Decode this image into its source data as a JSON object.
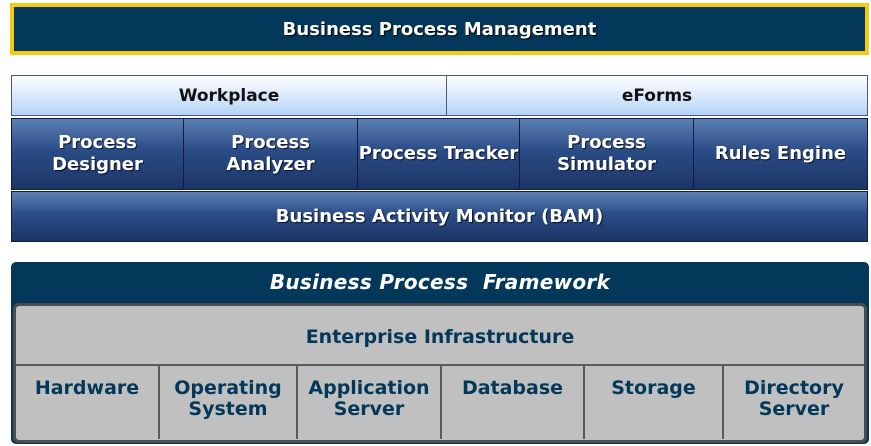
{
  "top_banner": {
    "label": "Business Process Management"
  },
  "clients": {
    "left": "Workplace",
    "right": "eForms"
  },
  "tools": [
    {
      "label": "Process\nDesigner"
    },
    {
      "label": "Process Analyzer"
    },
    {
      "label": "Process Tracker"
    },
    {
      "label": "Process Simulator"
    },
    {
      "label": "Rules Engine"
    }
  ],
  "bam": {
    "label": "Business Activity Monitor (BAM)"
  },
  "framework": {
    "title": "Business Process  Framework"
  },
  "infrastructure": {
    "label": "Enterprise Infrastructure",
    "components": [
      {
        "label": "Hardware"
      },
      {
        "label": "Operating\nSystem"
      },
      {
        "label": "Application\nServer"
      },
      {
        "label": "Database"
      },
      {
        "label": "Storage"
      },
      {
        "label": "Directory\nServer"
      }
    ]
  },
  "colors": {
    "navy": "#03385a",
    "gold_border": "#f2cb14",
    "tool_blue": "#2b4c86",
    "light_blue": "#b5d3f6",
    "infra_gray": "#c0c0c0"
  }
}
